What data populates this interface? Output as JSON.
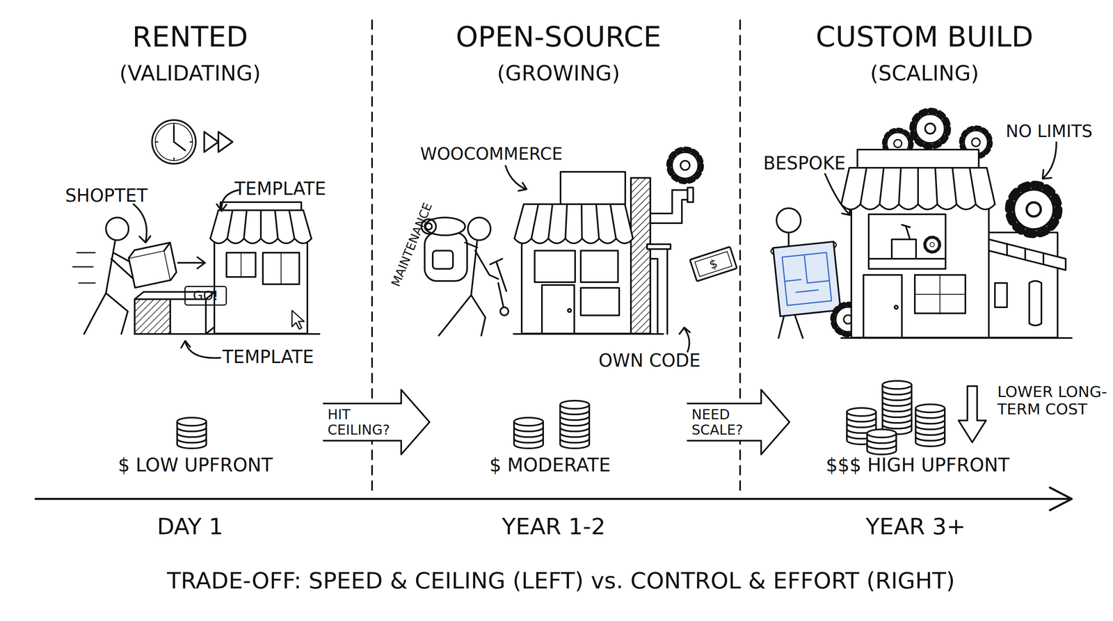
{
  "diagram": {
    "caption": "TRADE-OFF: SPEED & CEILING (LEFT) vs. CONTROL & EFFORT (RIGHT)",
    "nodes": [
      {
        "text": [
          "RENTED",
          "(VALIDATING)"
        ]
      },
      {
        "text": [
          "GO!"
        ],
        "in": 0
      },
      {
        "text": [
          "OPEN-SOURCE",
          "(GROWING)"
        ]
      },
      {
        "text": [
          "CUSTOM BUILD",
          "(SCALING)"
        ]
      }
    ],
    "edges": [
      {
        "from": 0,
        "to": 2,
        "label": "HIT CEILING?",
        "arrow": "to"
      },
      {
        "from": 2,
        "to": 3,
        "label": "NEED SCALE?",
        "arrow": "to"
      }
    ],
    "labels": [
      "SHOPTET",
      "TEMPLATE",
      "TEMPLATE",
      "$ LOW UPFRONT",
      "WOOCOMMERCE",
      "MAINTENANCE",
      "$",
      "OWN CODE",
      "$ MODERATE",
      "BESPOKE",
      "NO LIMITS",
      "LOWER LONG-TERM COST",
      "$$$ HIGH UPFRONT",
      "DAY 1",
      "YEAR 1-2",
      "YEAR 3+"
    ]
  }
}
